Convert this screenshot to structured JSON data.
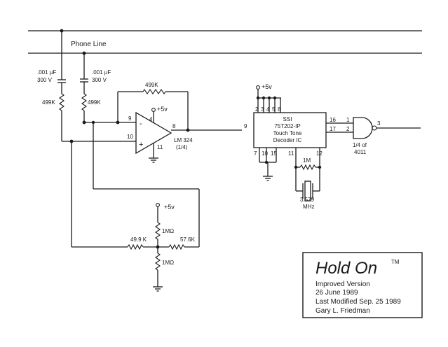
{
  "phone_line_label": "Phone Line",
  "c1": {
    "value": ".001 µF",
    "rating": "300 V"
  },
  "c2": {
    "value": ".001 µF",
    "rating": "300 V"
  },
  "r_in1": "499K",
  "r_in2": "499K",
  "r_feedback": "499K",
  "opamp": {
    "supply": "+5v",
    "pin_4": "4",
    "pin_9": "9",
    "pin_10": "10",
    "pin_8": "8",
    "pin_11": "11",
    "minus": "-",
    "plus": "+",
    "part": "LM 324",
    "fraction": "(1/4)"
  },
  "decoder": {
    "supply": "+5v",
    "top_pins": [
      "2",
      "3",
      "4",
      "5",
      "8"
    ],
    "bottom_pins": [
      "7",
      "10",
      "15"
    ],
    "xtal_pins": [
      "11",
      "12"
    ],
    "pin_9": "9",
    "pin_16": "16",
    "pin_17": "17",
    "line1": "SSI",
    "line2": "75T202-IP",
    "line3": "Touch Tone",
    "line4": "Decoder IC"
  },
  "r_xtal": "1M",
  "crystal": {
    "freq": "3.579",
    "unit": "MHz"
  },
  "gate": {
    "pin_1": "1",
    "pin_2": "2",
    "pin_3": "3",
    "fraction": "1/4 of",
    "part": "4011"
  },
  "bias": {
    "supply": "+5v",
    "r_top": "1MΩ",
    "r_bottom": "1MΩ",
    "r_left": "49.9 K",
    "r_right": "57.6K"
  },
  "title_box": {
    "title": "Hold On",
    "tm": "TM",
    "line1": "Improved  Version",
    "line2": "26  June  1989",
    "line3": "Last Modified Sep. 25 1989",
    "line4": "Gary L.  Friedman"
  }
}
